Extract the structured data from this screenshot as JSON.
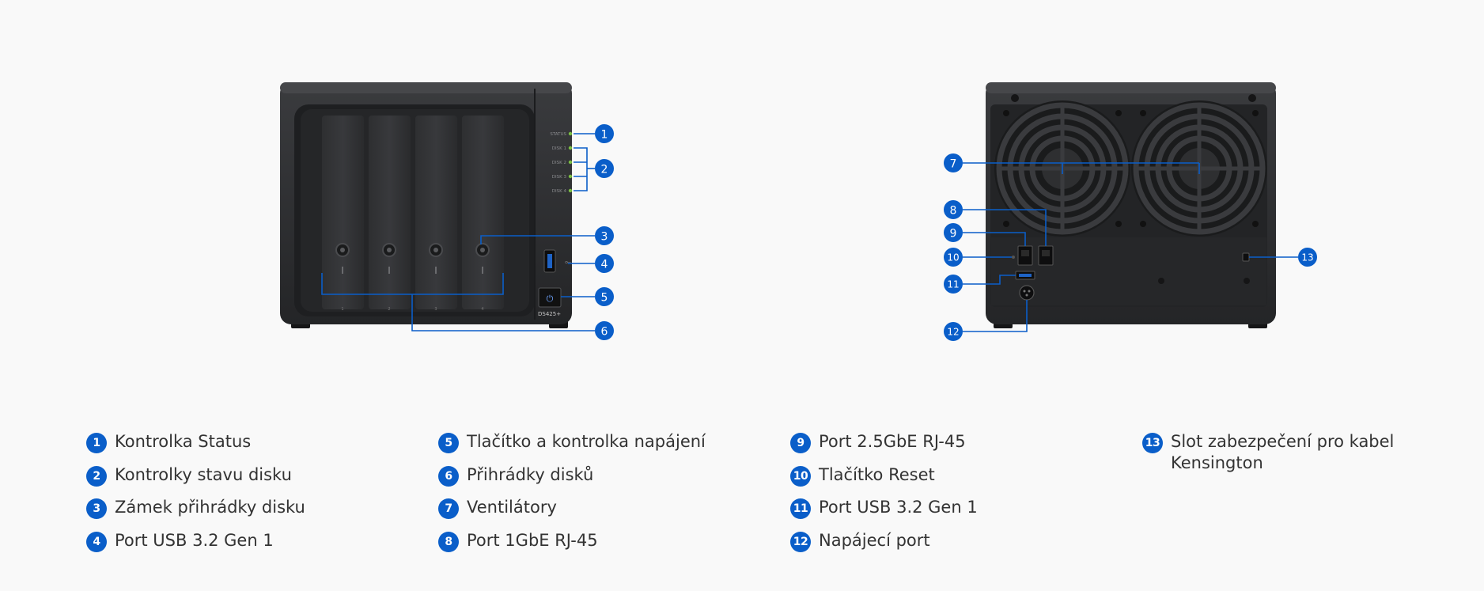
{
  "front": {
    "led_labels": [
      "STATUS",
      "DISK 1",
      "DISK 2",
      "DISK 3",
      "DISK 4"
    ],
    "bay_numbers": [
      "1",
      "2",
      "3",
      "4"
    ],
    "model": "DS425+",
    "callouts": [
      "1",
      "2",
      "3",
      "4",
      "5",
      "6"
    ]
  },
  "rear": {
    "callouts": [
      "7",
      "8",
      "9",
      "10",
      "11",
      "12",
      "13"
    ]
  },
  "legend": [
    [
      {
        "num": "1",
        "label": "Kontrolka Status"
      },
      {
        "num": "2",
        "label": "Kontrolky stavu disku"
      },
      {
        "num": "3",
        "label": "Zámek přihrádky disku"
      },
      {
        "num": "4",
        "label": "Port USB 3.2 Gen 1"
      }
    ],
    [
      {
        "num": "5",
        "label": "Tlačítko a kontrolka napájení"
      },
      {
        "num": "6",
        "label": "Přihrádky disků"
      },
      {
        "num": "7",
        "label": "Ventilátory"
      },
      {
        "num": "8",
        "label": "Port 1GbE RJ-45"
      }
    ],
    [
      {
        "num": "9",
        "label": "Port 2.5GbE RJ-45"
      },
      {
        "num": "10",
        "label": "Tlačítko Reset"
      },
      {
        "num": "11",
        "label": "Port USB 3.2 Gen 1"
      },
      {
        "num": "12",
        "label": "Napájecí port"
      }
    ],
    [
      {
        "num": "13",
        "label": "Slot zabezpečení pro kabel Kensington"
      }
    ]
  ],
  "colors": {
    "accent": "#0a5ec9",
    "chassis": "#2c2d2f",
    "chassis_dark": "#1c1d1f",
    "led": "#7cc142",
    "background": "#f9f9f9"
  }
}
